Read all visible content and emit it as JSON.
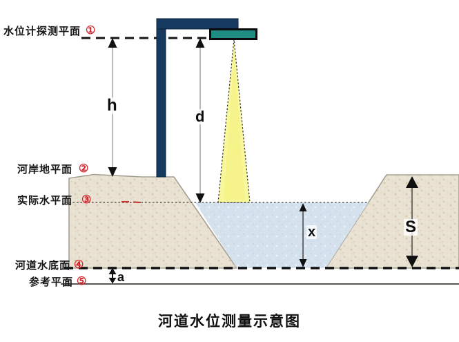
{
  "title": "河道水位测量示意图",
  "planes": [
    {
      "label": "水位计探测平面",
      "marker": "①"
    },
    {
      "label": "河岸地平面",
      "marker": "②"
    },
    {
      "label": "实际水平面",
      "marker": "③"
    },
    {
      "label": "河道水底面",
      "marker": "④"
    },
    {
      "label": "参考平面",
      "marker": "⑤"
    }
  ],
  "dimensions": {
    "h": "h",
    "d": "d",
    "x": "x",
    "s": "S",
    "a": "a"
  },
  "icons": {
    "sensor": "water-level-sensor",
    "beam": "ultrasonic-beam",
    "pole": "sensor-mount-pole"
  },
  "colors": {
    "pole": "#16395f",
    "sensor": "#1f8d84",
    "sensor_border": "#0a0a0a",
    "beam": "#f8f79b",
    "ground": "#e9e1d1",
    "water": "#d5e2ee",
    "label_red": "#d5232a"
  }
}
